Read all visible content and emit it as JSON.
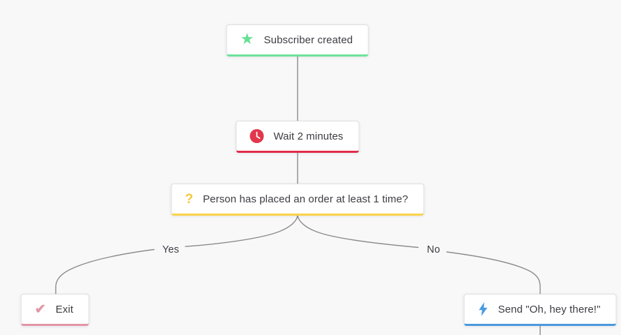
{
  "workflow": {
    "nodes": {
      "trigger": {
        "label": "Subscriber created",
        "icon": "star-icon",
        "accent_color": "#6CE29B"
      },
      "wait": {
        "label": "Wait 2 minutes",
        "icon": "clock-icon",
        "accent_color": "#E22C48"
      },
      "decision": {
        "label": "Person has placed an order at least 1 time?",
        "icon": "question-mark-icon",
        "accent_color": "#FBD24B"
      },
      "exit": {
        "label": "Exit",
        "icon": "check-icon",
        "accent_color": "#E295A6"
      },
      "send": {
        "label": "Send \"Oh, hey there!\"",
        "icon": "lightning-bolt-icon",
        "accent_color": "#4899DC"
      }
    },
    "branches": {
      "yes_label": "Yes",
      "no_label": "No"
    },
    "colors": {
      "background": "#F8F8F9",
      "connector_line": "#8C8C8C",
      "node_background": "#FFFFFF",
      "node_border": "#E0E0E3",
      "node_text": "#3C3C42",
      "star_icon": "#66DF93",
      "clock_icon": "#E2374C",
      "question_icon": "#F3C83E",
      "check_icon": "#E297A7",
      "bolt_icon": "#479BDF"
    }
  }
}
